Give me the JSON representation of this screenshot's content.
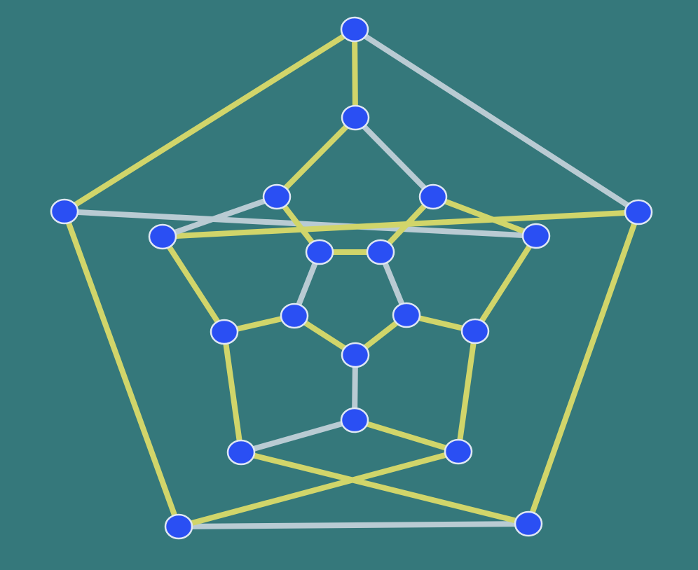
{
  "colors": {
    "background": "#35787b",
    "path_edge": "#d1d56a",
    "other_edge": "#b9cbd3",
    "node_fill": "#2a4ff3",
    "node_stroke": "#dfe7f3"
  },
  "diagram": {
    "node_ids": [
      "o1",
      "o2",
      "o3",
      "o4",
      "o5",
      "m1",
      "m2",
      "m3",
      "m4",
      "m5",
      "m6",
      "m7",
      "m8",
      "m9",
      "m10",
      "i1",
      "i2",
      "i3",
      "i4",
      "i5"
    ],
    "edges": [
      {
        "from": "o1",
        "to": "o2",
        "kind": "path"
      },
      {
        "from": "o1",
        "to": "o5",
        "kind": "other"
      },
      {
        "from": "o1",
        "to": "m1",
        "kind": "path"
      },
      {
        "from": "o2",
        "to": "o3",
        "kind": "path"
      },
      {
        "from": "o2",
        "to": "m9",
        "kind": "other"
      },
      {
        "from": "o3",
        "to": "o4",
        "kind": "other"
      },
      {
        "from": "o3",
        "to": "m7",
        "kind": "path"
      },
      {
        "from": "o4",
        "to": "o5",
        "kind": "path"
      },
      {
        "from": "o4",
        "to": "m5",
        "kind": "path"
      },
      {
        "from": "o5",
        "to": "m3",
        "kind": "path"
      },
      {
        "from": "m1",
        "to": "m2",
        "kind": "path"
      },
      {
        "from": "m1",
        "to": "m10",
        "kind": "other"
      },
      {
        "from": "m2",
        "to": "m3",
        "kind": "other"
      },
      {
        "from": "m2",
        "to": "i2",
        "kind": "path"
      },
      {
        "from": "m3",
        "to": "m4",
        "kind": "path"
      },
      {
        "from": "m4",
        "to": "m5",
        "kind": "path"
      },
      {
        "from": "m4",
        "to": "i3",
        "kind": "path"
      },
      {
        "from": "m5",
        "to": "m6",
        "kind": "other"
      },
      {
        "from": "m6",
        "to": "m7",
        "kind": "path"
      },
      {
        "from": "m6",
        "to": "i4",
        "kind": "other"
      },
      {
        "from": "m7",
        "to": "m8",
        "kind": "path"
      },
      {
        "from": "m8",
        "to": "m9",
        "kind": "path"
      },
      {
        "from": "m8",
        "to": "i5",
        "kind": "path"
      },
      {
        "from": "m9",
        "to": "m10",
        "kind": "path"
      },
      {
        "from": "m10",
        "to": "i1",
        "kind": "path"
      },
      {
        "from": "i1",
        "to": "i2",
        "kind": "path"
      },
      {
        "from": "i2",
        "to": "i3",
        "kind": "other"
      },
      {
        "from": "i3",
        "to": "i4",
        "kind": "path"
      },
      {
        "from": "i4",
        "to": "i5",
        "kind": "path"
      },
      {
        "from": "i5",
        "to": "i1",
        "kind": "other"
      }
    ]
  }
}
